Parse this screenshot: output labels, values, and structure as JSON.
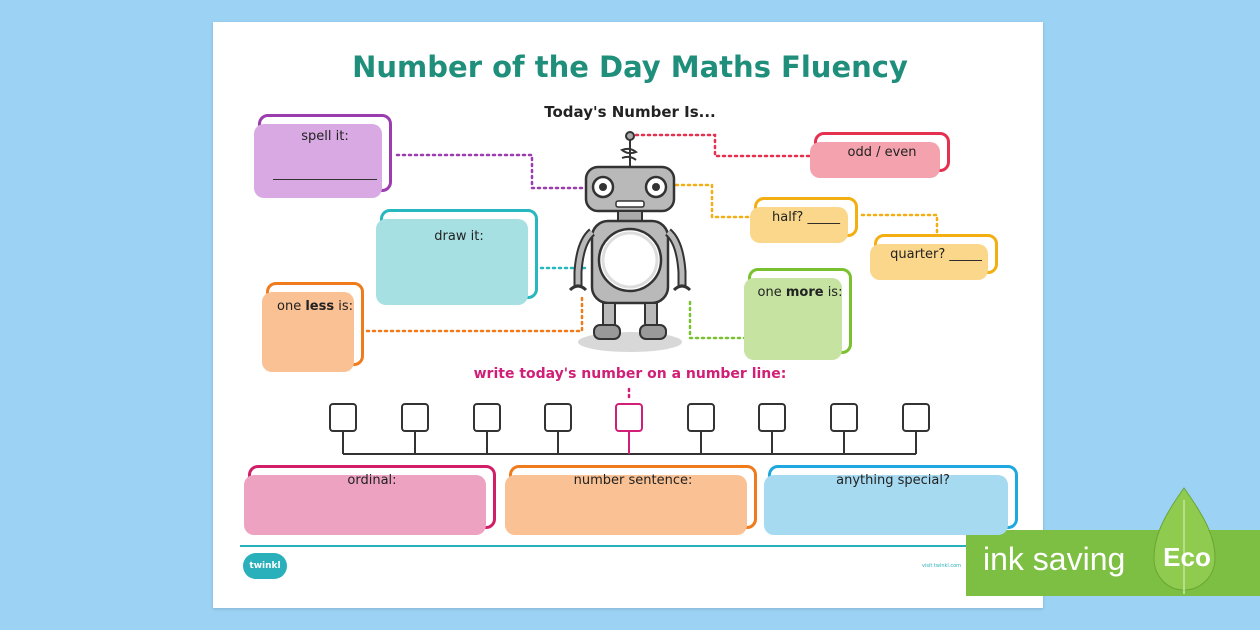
{
  "title": "Number of the Day Maths Fluency",
  "subtitle": "Today's Number Is...",
  "boxes": {
    "spell": "spell it:",
    "draw": "draw it:",
    "one_less_pre": "one ",
    "one_less_bold": "less",
    "one_less_post": " is:",
    "odd_even": "odd / even",
    "half": "half? _____",
    "quarter": "quarter? _____",
    "one_more_pre": "one ",
    "one_more_bold": "more",
    "one_more_post": " is:",
    "ordinal": "ordinal:",
    "number_sentence": "number sentence:",
    "anything_special": "anything special?"
  },
  "number_line_prompt": "write today's number on a number line:",
  "footer": {
    "logo": "twinkl",
    "url": "visit twinkl.com"
  },
  "eco": {
    "label": "ink saving",
    "badge": "Eco"
  },
  "colors": {
    "title": "#1f8f7b",
    "purple": "#9b3dae",
    "teal": "#27b7be",
    "orange": "#f07b1c",
    "red": "#e6304f",
    "yellow": "#f3ae12",
    "green": "#7ac12f",
    "pink": "#d11e67",
    "blue": "#1ea8e0",
    "eco_green": "#7dbf42"
  }
}
